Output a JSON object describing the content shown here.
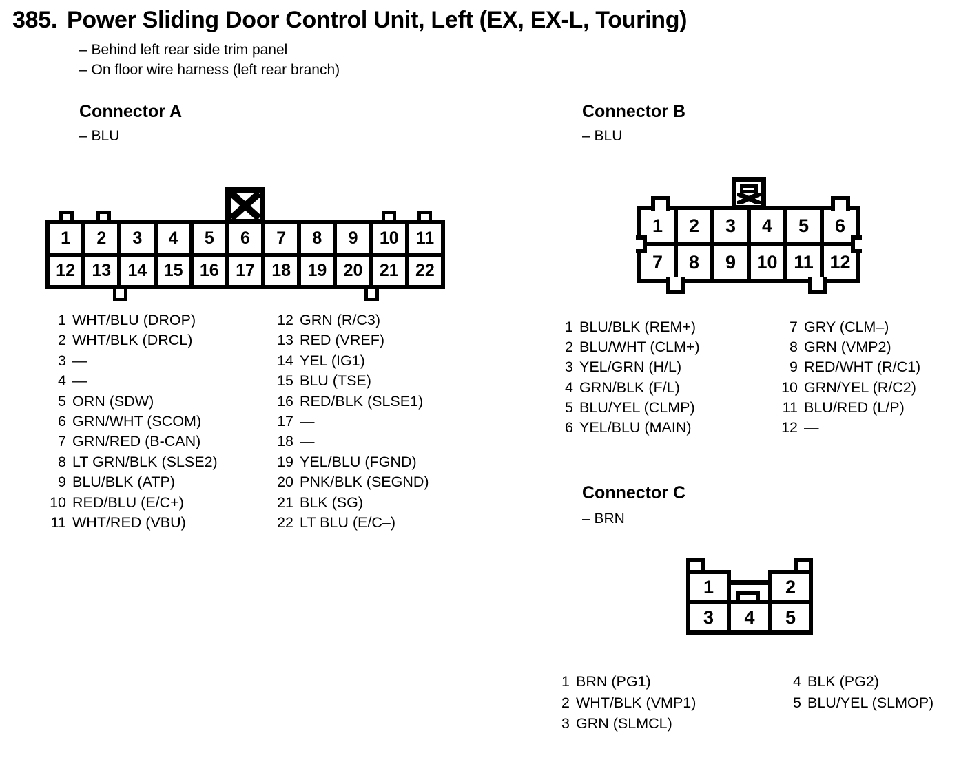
{
  "page": {
    "title_number": "385.",
    "title": "Power Sliding Door Control Unit, Left (EX, EX-L, Touring)",
    "notes": [
      "– Behind left rear side trim panel",
      "– On floor wire harness (left rear branch)"
    ]
  },
  "colors": {
    "ink": "#000000",
    "paper": "#ffffff"
  },
  "connectors": [
    {
      "id": "A",
      "heading": "Connector A",
      "color_label": "– BLU",
      "grid": [
        [
          "1",
          "2",
          "3",
          "4",
          "5",
          "6",
          "7",
          "8",
          "9",
          "10",
          "11"
        ],
        [
          "12",
          "13",
          "14",
          "15",
          "16",
          "17",
          "18",
          "19",
          "20",
          "21",
          "22"
        ]
      ],
      "pin_columns": [
        [
          {
            "num": "1",
            "label": "WHT/BLU (DROP)"
          },
          {
            "num": "2",
            "label": "WHT/BLK (DRCL)"
          },
          {
            "num": "3",
            "label": "—"
          },
          {
            "num": "4",
            "label": "—"
          },
          {
            "num": "5",
            "label": "ORN (SDW)"
          },
          {
            "num": "6",
            "label": "GRN/WHT (SCOM)"
          },
          {
            "num": "7",
            "label": "GRN/RED (B-CAN)"
          },
          {
            "num": "8",
            "label": "LT GRN/BLK (SLSE2)"
          },
          {
            "num": "9",
            "label": "BLU/BLK (ATP)"
          },
          {
            "num": "10",
            "label": "RED/BLU (E/C+)"
          },
          {
            "num": "11",
            "label": "WHT/RED (VBU)"
          }
        ],
        [
          {
            "num": "12",
            "label": "GRN (R/C3)"
          },
          {
            "num": "13",
            "label": "RED (VREF)"
          },
          {
            "num": "14",
            "label": "YEL (IG1)"
          },
          {
            "num": "15",
            "label": "BLU (TSE)"
          },
          {
            "num": "16",
            "label": "RED/BLK (SLSE1)"
          },
          {
            "num": "17",
            "label": "—"
          },
          {
            "num": "18",
            "label": "—"
          },
          {
            "num": "19",
            "label": "YEL/BLU (FGND)"
          },
          {
            "num": "20",
            "label": "PNK/BLK (SEGND)"
          },
          {
            "num": "21",
            "label": "BLK (SG)"
          },
          {
            "num": "22",
            "label": "LT BLU (E/C–)"
          }
        ]
      ]
    },
    {
      "id": "B",
      "heading": "Connector B",
      "color_label": "– BLU",
      "grid": [
        [
          "1",
          "2",
          "3",
          "4",
          "5",
          "6"
        ],
        [
          "7",
          "8",
          "9",
          "10",
          "11",
          "12"
        ]
      ],
      "pin_columns": [
        [
          {
            "num": "1",
            "label": "BLU/BLK (REM+)"
          },
          {
            "num": "2",
            "label": "BLU/WHT (CLM+)"
          },
          {
            "num": "3",
            "label": "YEL/GRN (H/L)"
          },
          {
            "num": "4",
            "label": "GRN/BLK (F/L)"
          },
          {
            "num": "5",
            "label": "BLU/YEL (CLMP)"
          },
          {
            "num": "6",
            "label": "YEL/BLU (MAIN)"
          }
        ],
        [
          {
            "num": "7",
            "label": "GRY (CLM–)"
          },
          {
            "num": "8",
            "label": "GRN (VMP2)"
          },
          {
            "num": "9",
            "label": "RED/WHT (R/C1)"
          },
          {
            "num": "10",
            "label": "GRN/YEL (R/C2)"
          },
          {
            "num": "11",
            "label": "BLU/RED (L/P)"
          },
          {
            "num": "12",
            "label": "—"
          }
        ]
      ]
    },
    {
      "id": "C",
      "heading": "Connector C",
      "color_label": "– BRN",
      "grid": [
        [
          "1",
          "2"
        ],
        [
          "3",
          "4",
          "5"
        ]
      ],
      "pin_columns": [
        [
          {
            "num": "1",
            "label": "BRN (PG1)"
          },
          {
            "num": "2",
            "label": "WHT/BLK (VMP1)"
          },
          {
            "num": "3",
            "label": "GRN (SLMCL)"
          }
        ],
        [
          {
            "num": "4",
            "label": "BLK (PG2)"
          },
          {
            "num": "5",
            "label": "BLU/YEL (SLMOP)"
          }
        ]
      ]
    }
  ]
}
